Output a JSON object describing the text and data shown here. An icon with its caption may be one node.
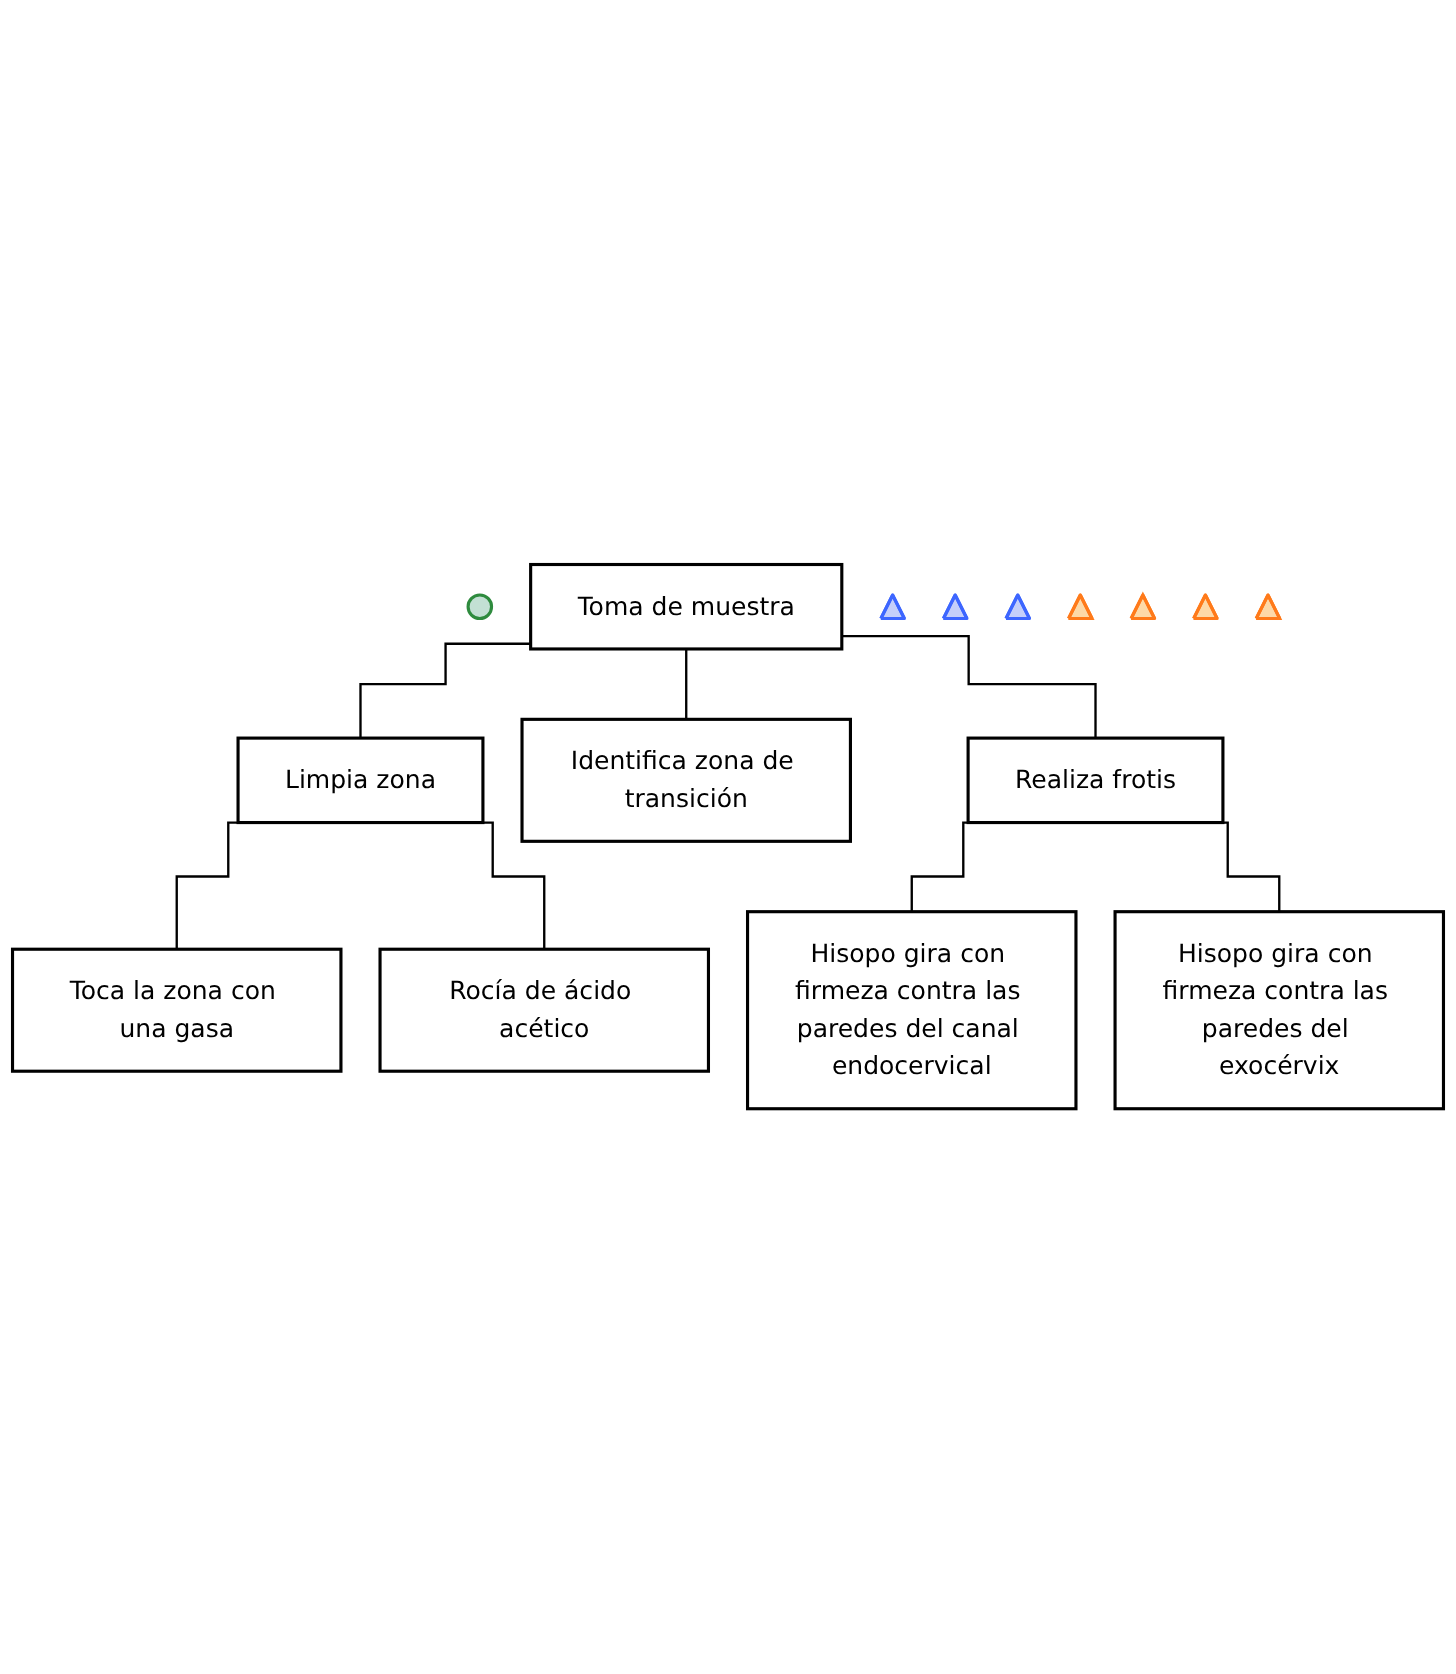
{
  "diagram": {
    "nodes": [
      {
        "text": [],
        "shape": "ellipse"
      },
      {
        "text": [
          "Toma de muestra"
        ]
      },
      {
        "text": [],
        "shape": "triangle"
      },
      {
        "text": [],
        "shape": "triangle"
      },
      {
        "text": [],
        "shape": "triangle"
      },
      {
        "text": [
          "Limpia zona"
        ]
      },
      {
        "text": [
          "Identifica zona de transición"
        ]
      },
      {
        "text": [
          "Realiza frotis"
        ]
      },
      {
        "text": [
          "Toca la zona con una gasa"
        ]
      },
      {
        "text": [
          "Rocía de ácido acético"
        ]
      },
      {
        "text": [
          "Hisopo gira con firmeza contra las paredes del canal endocervical"
        ]
      },
      {
        "text": [
          "Hisopo gira con firmeza contra las paredes del exocérvix"
        ]
      },
      {
        "text": [],
        "shape": "triangle"
      },
      {
        "text": [],
        "shape": "triangle"
      },
      {
        "text": [],
        "shape": "triangle"
      },
      {
        "text": [],
        "shape": "triangle"
      }
    ],
    "edges": [
      {
        "from": 1,
        "to": 5,
        "arrow": "none"
      },
      {
        "from": 1,
        "to": 6,
        "arrow": "none"
      },
      {
        "from": 1,
        "to": 7,
        "arrow": "none"
      },
      {
        "from": 5,
        "to": 8,
        "arrow": "none"
      },
      {
        "from": 5,
        "to": 9,
        "arrow": "none"
      },
      {
        "from": 7,
        "to": 10,
        "arrow": "none"
      },
      {
        "from": 7,
        "to": 11,
        "arrow": "none"
      }
    ]
  }
}
